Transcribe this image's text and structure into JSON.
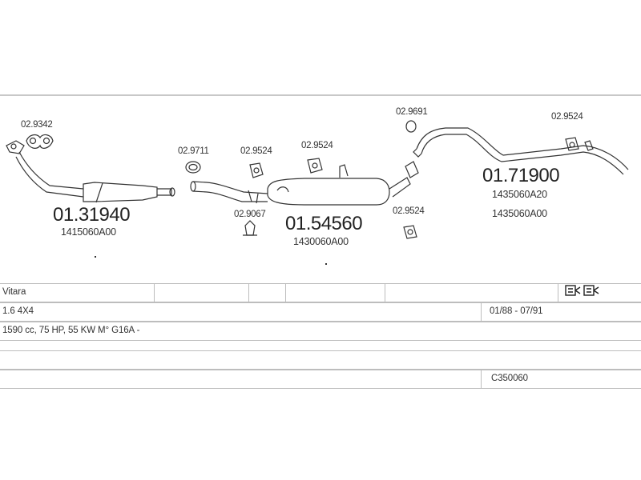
{
  "parts": {
    "small_codes": {
      "p1": "02.9342",
      "p2": "02.9711",
      "p3": "02.9524",
      "p4": "02.9524",
      "p5": "02.9691",
      "p6": "02.9524",
      "p7": "02.9067",
      "p8": "02.9524"
    },
    "front_pipe": {
      "code": "01.31940",
      "ref": "1415060A00"
    },
    "middle_silencer": {
      "code": "01.54560",
      "ref": "1430060A00"
    },
    "rear_pipe": {
      "code": "01.71900",
      "ref1": "1435060A20",
      "ref2": "1435060A00"
    }
  },
  "vehicle": {
    "model": "Vitara",
    "engine": "1.6 4X4",
    "years": "01/88 - 07/91",
    "spec": "1590 cc, 75 HP, 55 KW M° G16A -",
    "code": "C350060"
  }
}
